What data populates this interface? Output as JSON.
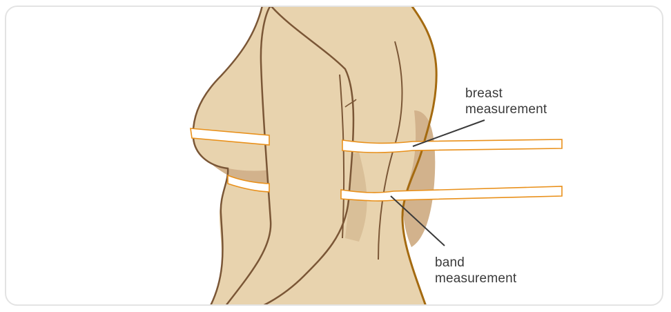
{
  "labels": {
    "breast": [
      "breast",
      "measurement"
    ],
    "band": [
      "band",
      "measurement"
    ]
  },
  "colors": {
    "skin": "#e8d3ae",
    "skin_shadow": "#d2b28c",
    "outline": "#7a5636",
    "back_outline": "#a46a10",
    "tape_fill": "#ffffff",
    "tape_edge": "#e9901a",
    "leader_line": "#3a3a3a",
    "frame_border": "#e3e3e3"
  }
}
